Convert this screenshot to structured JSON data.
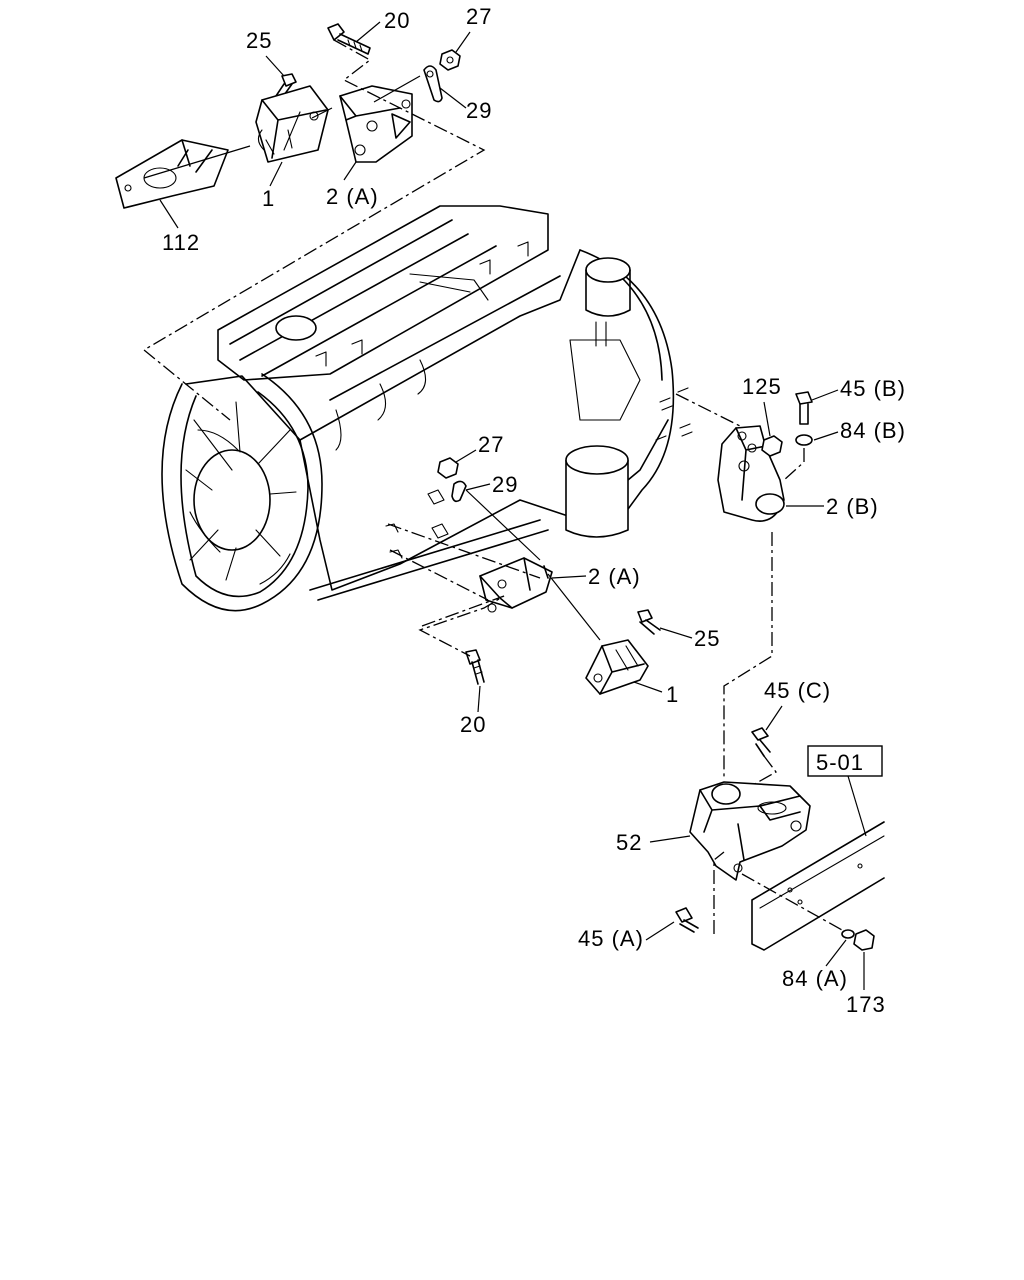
{
  "labels": {
    "top_20": "20",
    "top_27": "27",
    "top_25": "25",
    "top_29": "29",
    "top_1": "1",
    "top_2a": "2 (A)",
    "top_112": "112",
    "mid_125": "125",
    "mid_45b": "45 (B)",
    "mid_84b": "84 (B)",
    "mid_2b": "2 (B)",
    "mid_27": "27",
    "mid_29": "29",
    "mid_2a": "2 (A)",
    "mid_25": "25",
    "mid_1": "1",
    "mid_20": "20",
    "low_45c": "45 (C)",
    "low_ref": "5-01",
    "low_52": "52",
    "low_45a": "45 (A)",
    "low_84a": "84 (A)",
    "low_173": "173"
  }
}
